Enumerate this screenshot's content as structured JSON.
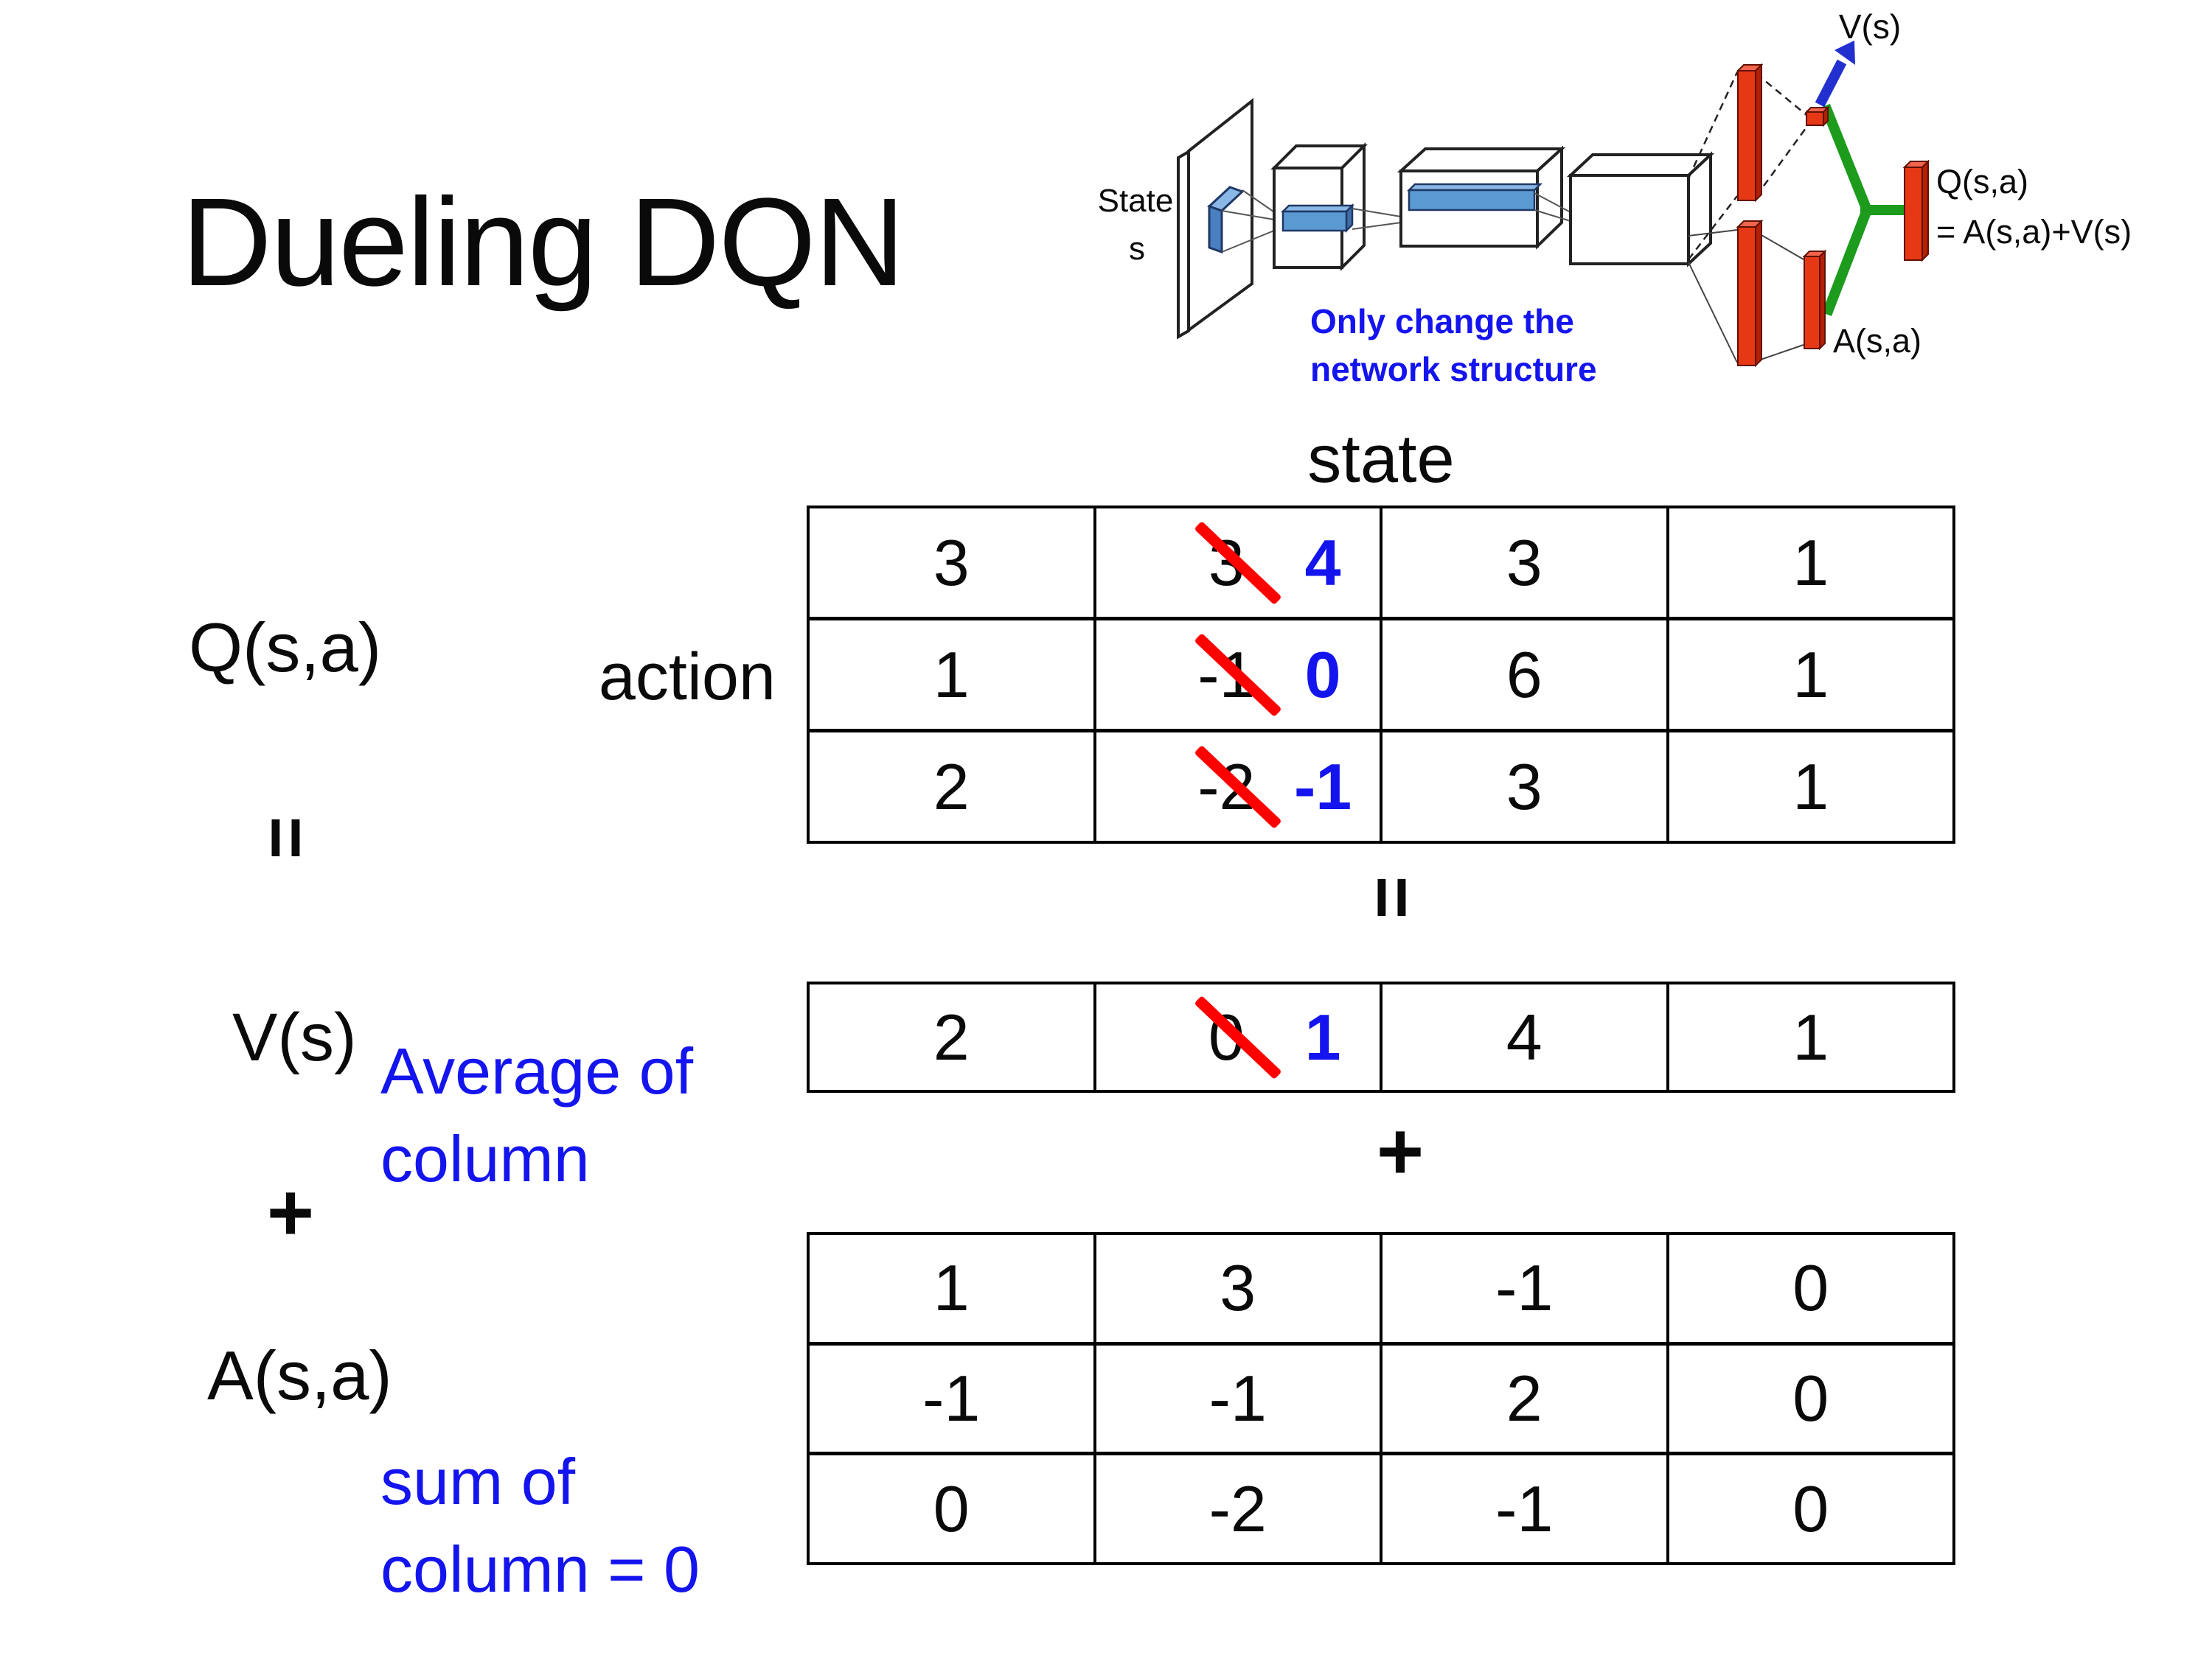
{
  "title": "Dueling DQN",
  "colors": {
    "blue_text": "#1414ee",
    "strike_red": "#ff0000",
    "bar_red": "#e73816",
    "link_green": "#1d9b1d",
    "arrow_blue": "#2230cf",
    "feature_blue": "#5b99d3"
  },
  "diagram": {
    "state_line1": "State",
    "state_line2": "s",
    "note_line1": "Only change the",
    "note_line2": "network structure",
    "v_out": "V(s)",
    "q_out_line1": "Q(s,a)",
    "q_out_line2": "= A(s,a)+V(s)",
    "a_out": "A(s,a)"
  },
  "q_section": {
    "label": "Q(s,a)",
    "state_header": "state",
    "action_label": "action",
    "rows": [
      {
        "c0": "3",
        "old": "3",
        "new": "4",
        "c2": "3",
        "c3": "1"
      },
      {
        "c0": "1",
        "old": "-1",
        "new": "0",
        "c2": "6",
        "c3": "1"
      },
      {
        "c0": "2",
        "old": "-2",
        "new": "-1",
        "c2": "3",
        "c3": "1"
      }
    ]
  },
  "operators": {
    "equals_left": "=",
    "equals_mid": "=",
    "plus_left": "+",
    "plus_mid": "+"
  },
  "v_section": {
    "label": "V(s)",
    "note_line1": "Average of",
    "note_line2": "column",
    "row": {
      "c0": "2",
      "old": "0",
      "new": "1",
      "c2": "4",
      "c3": "1"
    }
  },
  "a_section": {
    "label": "A(s,a)",
    "note_line1": "sum of",
    "note_line2": "column = 0",
    "rows": [
      [
        "1",
        "3",
        "-1",
        "0"
      ],
      [
        "-1",
        "-1",
        "2",
        "0"
      ],
      [
        "0",
        "-2",
        "-1",
        "0"
      ]
    ]
  }
}
